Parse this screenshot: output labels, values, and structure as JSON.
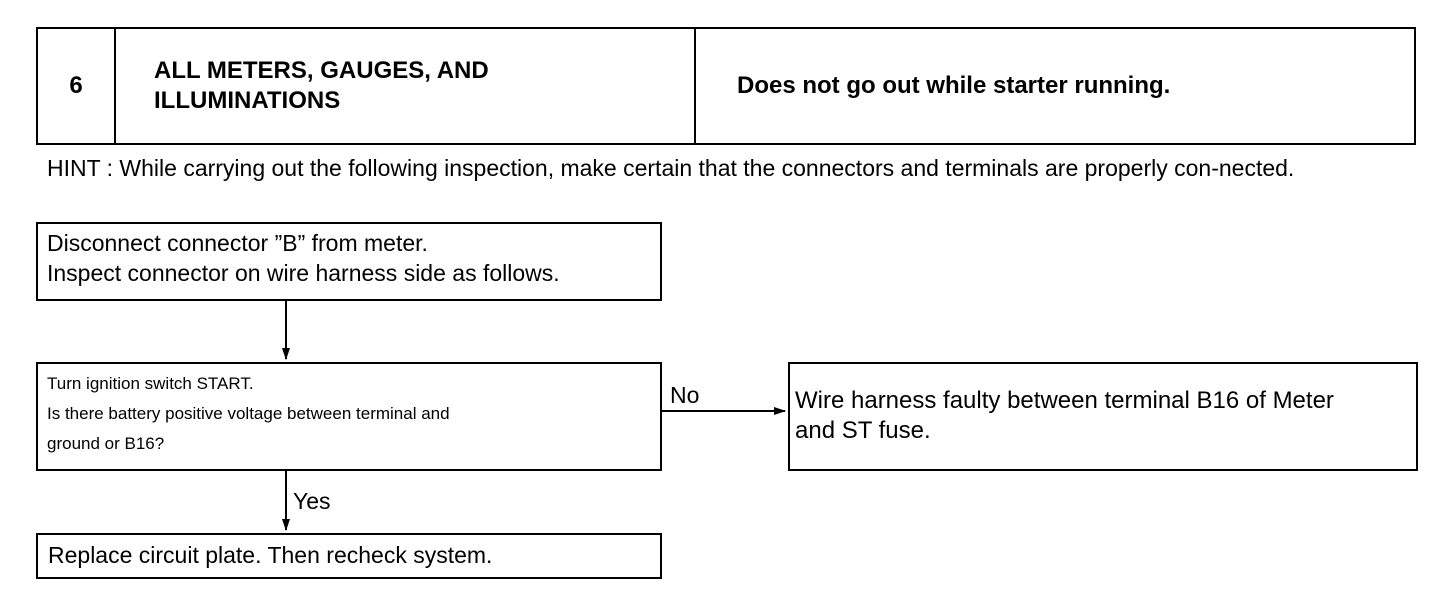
{
  "header": {
    "number": "6",
    "title_line1": "ALL METERS, GAUGES, AND",
    "title_line2": "ILLUMINATIONS",
    "symptom": "Does not go out while starter running."
  },
  "hint": "HINT : While carrying out the following inspection, make certain that the connectors and terminals are properly con-nected.",
  "flow": {
    "step1": {
      "line1": "Disconnect connector ”B” from meter.",
      "line2": "Inspect connector on wire harness side as follows."
    },
    "step2": {
      "line1": "Turn ignition switch START.",
      "line2": "Is there battery positive voltage between terminal and",
      "line3": "ground or B16?"
    },
    "no_label": "No",
    "yes_label": "Yes",
    "no_result": {
      "line1": "Wire harness faulty between terminal B16 of Meter",
      "line2": "and ST fuse."
    },
    "yes_result": "Replace circuit plate. Then recheck system."
  }
}
